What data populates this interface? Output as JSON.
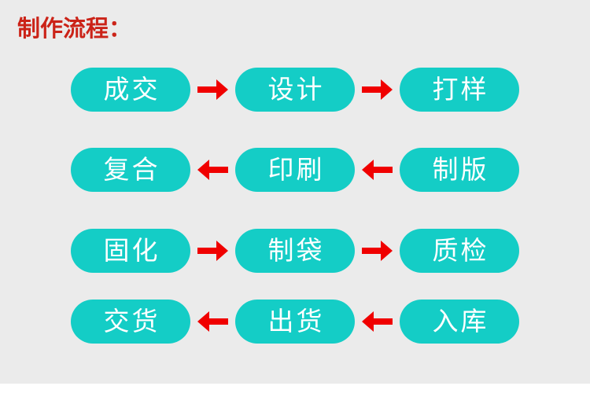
{
  "page": {
    "title": "制作流程：",
    "title_color": "#cb2318",
    "background_color": "#ebebeb",
    "outer_background_color": "#ffffff",
    "node_color": "#14cdc6",
    "node_text_color": "#ffffff",
    "arrow_color": "#f00000"
  },
  "flow": {
    "rows": [
      {
        "direction": "right",
        "arrow_icon": "arrow-right-icon",
        "nodes": [
          {
            "label": "成交"
          },
          {
            "label": "设计"
          },
          {
            "label": "打样"
          }
        ]
      },
      {
        "direction": "left",
        "arrow_icon": "arrow-left-icon",
        "nodes": [
          {
            "label": "复合"
          },
          {
            "label": "印刷"
          },
          {
            "label": "制版"
          }
        ]
      },
      {
        "direction": "right",
        "arrow_icon": "arrow-right-icon",
        "nodes": [
          {
            "label": "固化"
          },
          {
            "label": "制袋"
          },
          {
            "label": "质检"
          }
        ]
      },
      {
        "direction": "left",
        "arrow_icon": "arrow-left-icon",
        "nodes": [
          {
            "label": "交货"
          },
          {
            "label": "出货"
          },
          {
            "label": "入库"
          }
        ]
      }
    ]
  }
}
